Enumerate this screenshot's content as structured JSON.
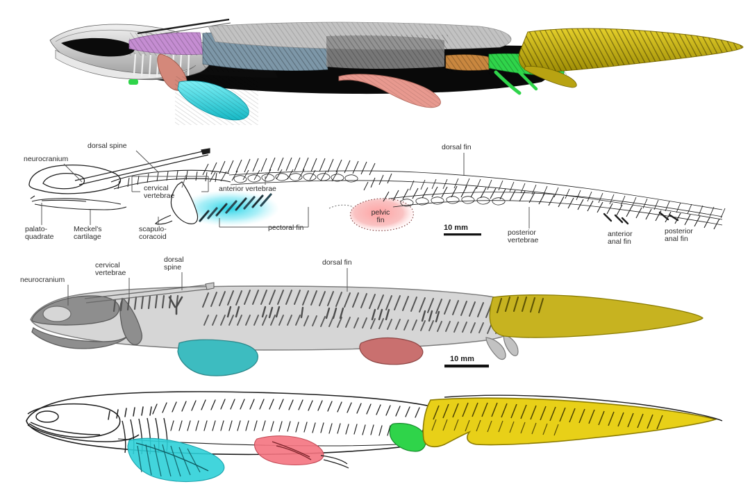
{
  "figure": {
    "title": "Fossil fish anatomy — four-panel comparative plate",
    "background_color": "#ffffff"
  },
  "panels": [
    {
      "id": "A",
      "type": "ct-scan-render",
      "description": "Colour-coded computed-tomography rendering of the articulated fossil fish in left lateral view",
      "labels": [],
      "scale_bar": null,
      "regions": [
        {
          "name": "skull",
          "color": "#d8d8d8"
        },
        {
          "name": "cervical-vertebrae",
          "color": "#c58dd2"
        },
        {
          "name": "scapulo-coracoid",
          "color": "#d4887a"
        },
        {
          "name": "small-green-element",
          "color": "#2fd44a"
        },
        {
          "name": "pectoral-fin",
          "color": "#35d8e0"
        },
        {
          "name": "anterior-vertebrae",
          "color": "#7d97a8"
        },
        {
          "name": "dorsal-fin",
          "color": "#b8b8b8"
        },
        {
          "name": "orange-segment",
          "color": "#c9873f"
        },
        {
          "name": "posterior-vertebrae",
          "color": "#2fd44a"
        },
        {
          "name": "pelvic-fin",
          "color": "#e8998f"
        },
        {
          "name": "caudal-fin",
          "color": "#d1bc16"
        },
        {
          "name": "body-matrix",
          "color": "#0a0a0a"
        }
      ]
    },
    {
      "id": "B",
      "type": "pen-and-ink-skeletal-drawing",
      "description": "Interpretive line drawing of the skeleton with anatomical annotations",
      "labels": [
        {
          "key": "dorsal_spine",
          "text": "dorsal spine"
        },
        {
          "key": "neurocranium",
          "text": "neurocranium"
        },
        {
          "key": "cervical_vertebrae",
          "text": "cervical\nvertebrae",
          "line1": "cervical",
          "line2": "vertebrae"
        },
        {
          "key": "anterior_vertebrae",
          "text": "anterior vertebrae"
        },
        {
          "key": "palatoquadrate",
          "text": "palato-\nquadrate",
          "line1": "palato-",
          "line2": "quadrate"
        },
        {
          "key": "meckels_cartilage",
          "text": "Meckel's\ncartilage",
          "line1": "Meckel's",
          "line2": "cartilage"
        },
        {
          "key": "scapulocoracoid",
          "text": "scapulo-\ncoracoid",
          "line1": "scapulo-",
          "line2": "coracoid"
        },
        {
          "key": "pectoral_fin",
          "text": "pectoral fin"
        },
        {
          "key": "pelvic_fin",
          "text": "pelvic\nfin",
          "line1": "pelvic",
          "line2": "fin"
        },
        {
          "key": "dorsal_fin",
          "text": "dorsal fin"
        },
        {
          "key": "posterior_vertebrae",
          "text": "posterior\nvertebrae",
          "line1": "posterior",
          "line2": "vertebrae"
        },
        {
          "key": "anterior_anal_fin",
          "text": "anterior\nanal fin",
          "line1": "anterior",
          "line2": "anal fin"
        },
        {
          "key": "posterior_anal_fin",
          "text": "posterior\nanal fin",
          "line1": "posterior",
          "line2": "anal fin"
        }
      ],
      "scale_bar": {
        "label": "10 mm"
      },
      "highlights": [
        {
          "name": "pectoral-fin-glow",
          "color": "#2ad4e6"
        },
        {
          "name": "pelvic-fin-blob",
          "color": "#f4a0a0"
        }
      ]
    },
    {
      "id": "C",
      "type": "reconstruction-silhouette",
      "description": "Greyscale body-outline reconstruction with colour-coded fins",
      "labels": [
        {
          "key": "neurocranium",
          "text": "neurocranium"
        },
        {
          "key": "cervical_vertebrae",
          "text": "cervical\nvertebrae",
          "line1": "cervical",
          "line2": "vertebrae"
        },
        {
          "key": "dorsal_spine",
          "text": "dorsal\nspine",
          "line1": "dorsal",
          "line2": "spine"
        },
        {
          "key": "dorsal_fin",
          "text": "dorsal fin"
        }
      ],
      "scale_bar": {
        "label": "10 mm"
      },
      "regions": [
        {
          "name": "body",
          "color": "#d6d6d6"
        },
        {
          "name": "skull-elements",
          "color": "#8e8e8e"
        },
        {
          "name": "pectoral-fin",
          "color": "#3dbcc0"
        },
        {
          "name": "pelvic-fin",
          "color": "#c9706f"
        },
        {
          "name": "caudal-fin",
          "color": "#c7b320"
        }
      ]
    },
    {
      "id": "D",
      "type": "line-drawing-with-colour-overlay",
      "description": "Whole-body line drawing with cyan pectoral, pink pelvic, green anal and yellow caudal fins highlighted",
      "labels": [],
      "scale_bar": null,
      "regions": [
        {
          "name": "pectoral-fin",
          "color": "#2ed0d8"
        },
        {
          "name": "pelvic-fin",
          "color": "#f4737f"
        },
        {
          "name": "anal-fin",
          "color": "#2fd44a"
        },
        {
          "name": "caudal-fin",
          "color": "#e8d018"
        }
      ]
    }
  ],
  "colors": {
    "ink": "#1c1c1c",
    "label_text": "#2b2b2b",
    "leader_line": "#555555",
    "scale_bar": "#111111"
  }
}
